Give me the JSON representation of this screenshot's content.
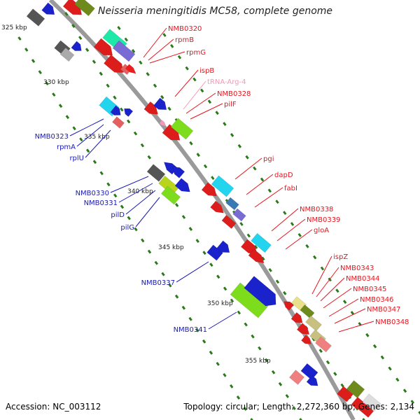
{
  "title": "Neisseria meningitidis MC58, complete genome",
  "footer": {
    "accession": "Accession: NC_003112",
    "summary": "Topology: circular; Length: 2,272,360 bp; Genes: 2,134"
  },
  "colors": {
    "backbone": "#9a9a9a",
    "tick": "#2a7a1a",
    "right_label": "#e8141e",
    "right_label_rna": "#f29ab8",
    "left_label": "#1a1ab4",
    "ruler_text": "#222222"
  },
  "ruler": [
    "325 kbp",
    "330 kbp",
    "335 kbp",
    "340 kbp",
    "345 kbp",
    "350 kbp",
    "355 kbp"
  ],
  "right_labels": [
    "NMB0320",
    "rpmB",
    "rpmG",
    "ispB",
    "tRNA-Arg-4",
    "NMB0328",
    "pilF",
    "pgi",
    "dapD",
    "fabI",
    "NMB0338",
    "NMB0339",
    "gloA",
    "ispZ",
    "NMB0343",
    "NMB0344",
    "NMB0345",
    "NMB0346",
    "NMB0347",
    "NMB0348"
  ],
  "left_labels": [
    "NMB0323",
    "rpmA",
    "rplU",
    "NMB0330",
    "NMB0331",
    "pilD",
    "pilG",
    "NMB0337",
    "NMB0341"
  ]
}
